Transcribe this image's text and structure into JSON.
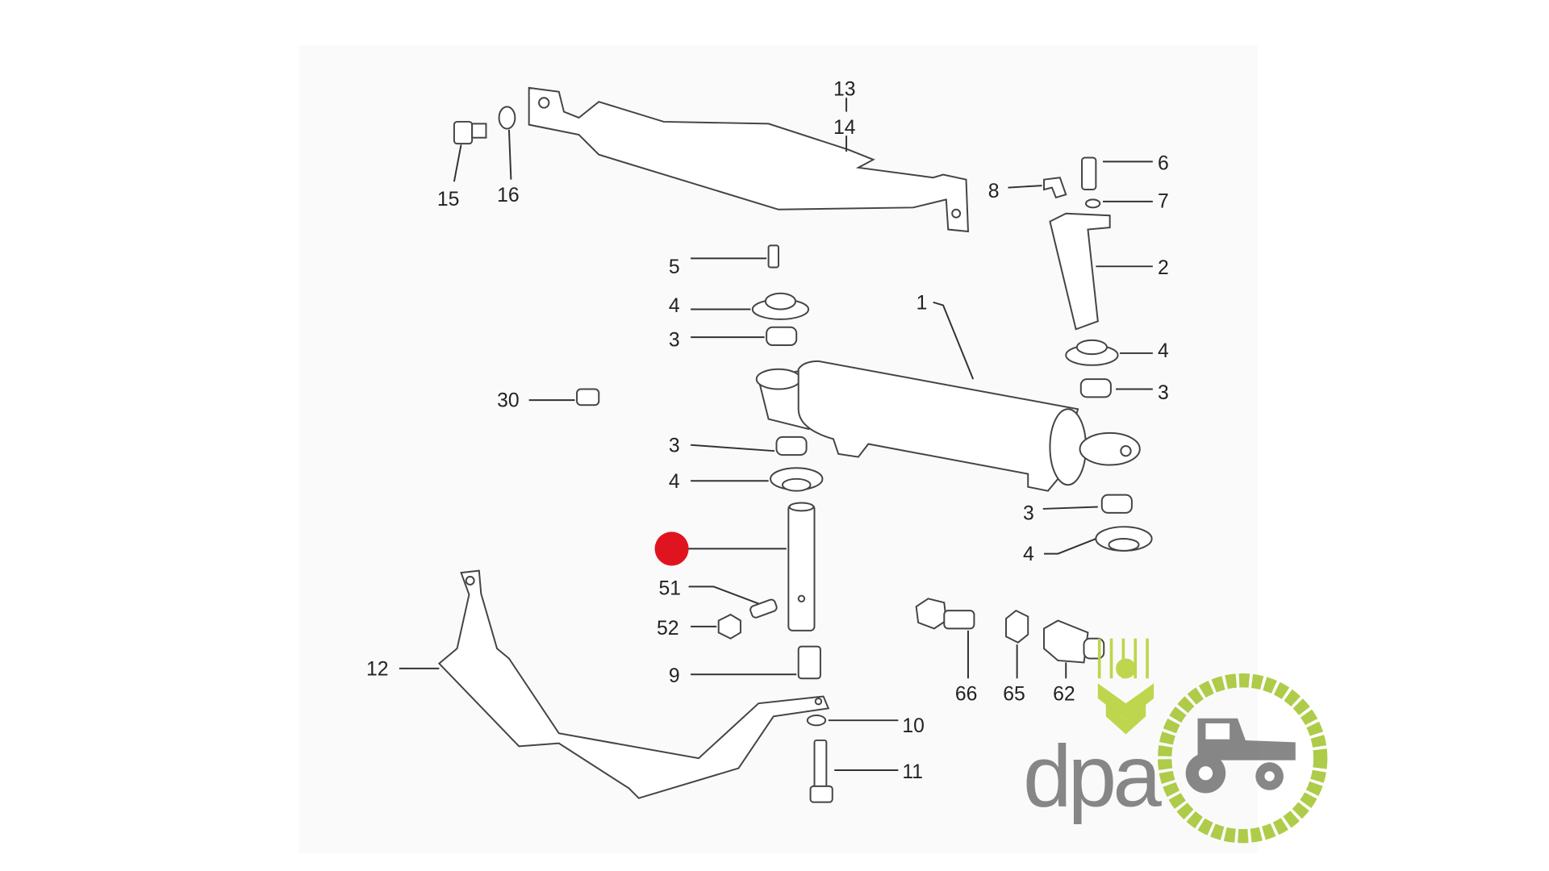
{
  "diagram": {
    "labels": {
      "l13": "13",
      "l14": "14",
      "l15": "15",
      "l16": "16",
      "l6": "6",
      "l7": "7",
      "l8": "8",
      "l2": "2",
      "l5": "5",
      "l4a": "4",
      "l3a": "3",
      "l1": "1",
      "l4b": "4",
      "l3b": "3",
      "l30": "30",
      "l3c": "3",
      "l4c": "4",
      "l3d": "3",
      "l4d": "4",
      "l51": "51",
      "l52": "52",
      "l12": "12",
      "l9": "9",
      "l66": "66",
      "l65": "65",
      "l62": "62",
      "l10": "10",
      "l11": "11"
    },
    "highlight_color": "#e0141e"
  },
  "logo": {
    "text": "dpa",
    "green": "#a8c83a",
    "gray": "#7d7d7d"
  }
}
